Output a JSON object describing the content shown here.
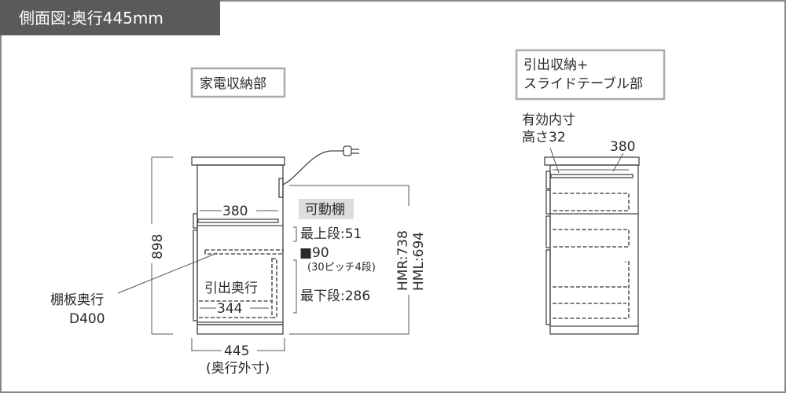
{
  "header": {
    "title": "側面図:奥行445mm"
  },
  "left_unit": {
    "label": "家電収納部",
    "height": "898",
    "inner_width": "380",
    "shelf_box": "可動棚",
    "top_shelf": "最上段:51",
    "pitch_value": "■90",
    "pitch_note": "(30ピッチ4段)",
    "bottom_shelf": "最下段:286",
    "hmr": "HMR:738",
    "hml": "HML:694",
    "drawer_depth_label": "引出奥行",
    "drawer_depth": "344",
    "shelf_depth_label": "棚板奥行",
    "shelf_depth": "D400",
    "outer_depth": "445",
    "outer_depth_note": "(奥行外寸)"
  },
  "right_unit": {
    "label_line1": "引出収納+",
    "label_line2": "スライドテーブル部",
    "inner_height_label": "有効内寸",
    "inner_height": "高さ32",
    "table_width": "380"
  }
}
